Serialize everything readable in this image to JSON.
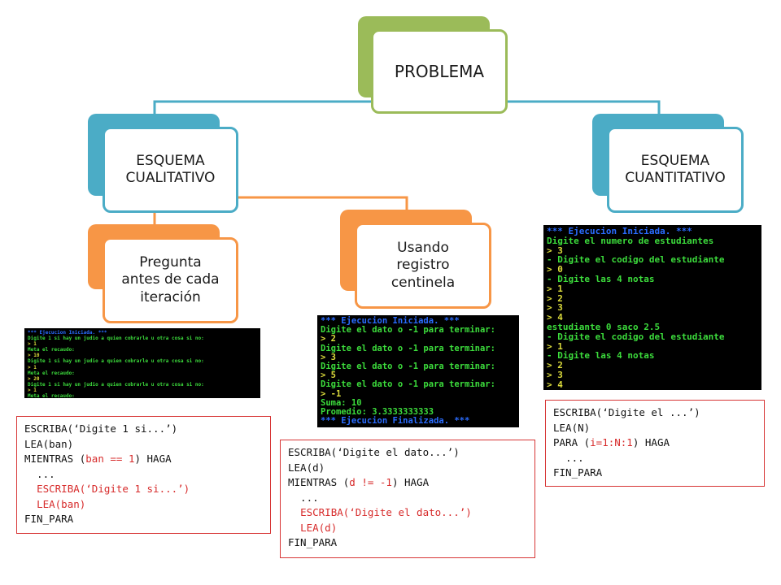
{
  "nodes": {
    "problema": "PROBLEMA",
    "cualitativo": [
      "ESQUEMA",
      "CUALITATIVO"
    ],
    "cuantitativo": [
      "ESQUEMA",
      "CUANTITATIVO"
    ],
    "pregunta": [
      "Pregunta",
      "antes de cada",
      "iteración"
    ],
    "centinela": [
      "Usando",
      "registro",
      "centinela"
    ]
  },
  "consoles": {
    "pregunta": [
      {
        "t": "*** Ejecucion Iniciada. ***",
        "c": "blue"
      },
      {
        "t": "Digite 1 si hay un judio a quien cobrarle u otra cosa si no:",
        "c": "green"
      },
      {
        "t": "> 1",
        "c": "lime"
      },
      {
        "t": "Meta el recaudo:",
        "c": "green"
      },
      {
        "t": "> 10",
        "c": "lime"
      },
      {
        "t": "Digite 1 si hay un judio a quien cobrarle u otra cosa si no:",
        "c": "green"
      },
      {
        "t": "> 1",
        "c": "lime"
      },
      {
        "t": "Meta el recaudo:",
        "c": "green"
      },
      {
        "t": "> 20",
        "c": "lime"
      },
      {
        "t": "Digite 1 si hay un judio a quien cobrarle u otra cosa si no:",
        "c": "green"
      },
      {
        "t": "> 1",
        "c": "lime"
      },
      {
        "t": "Meta el recaudo:",
        "c": "green"
      }
    ],
    "centinela": [
      {
        "t": "*** Ejecucion Iniciada. ***",
        "c": "blue"
      },
      {
        "t": "Digite el dato o -1 para terminar:",
        "c": "green"
      },
      {
        "t": "> 2",
        "c": "lime"
      },
      {
        "t": "Digite el dato o -1 para terminar:",
        "c": "green"
      },
      {
        "t": "> 3",
        "c": "lime"
      },
      {
        "t": "Digite el dato o -1 para terminar:",
        "c": "green"
      },
      {
        "t": "> 5",
        "c": "lime"
      },
      {
        "t": "Digite el dato o -1 para terminar:",
        "c": "green"
      },
      {
        "t": "> -1",
        "c": "lime"
      },
      {
        "t": "Suma: 10",
        "c": "green"
      },
      {
        "t": "Promedio: 3.3333333333",
        "c": "green"
      },
      {
        "t": "*** Ejecucion Finalizada. ***",
        "c": "blue"
      }
    ],
    "cuantitativo": [
      {
        "t": "*** Ejecucion Iniciada. ***",
        "c": "blue"
      },
      {
        "t": "Digite el numero de estudiantes",
        "c": "green"
      },
      {
        "t": "> 3",
        "c": "lime"
      },
      {
        "t": "- Digite el codigo del estudiante",
        "c": "green"
      },
      {
        "t": "> 0",
        "c": "lime"
      },
      {
        "t": "- Digite las 4 notas",
        "c": "green"
      },
      {
        "t": "> 1",
        "c": "lime"
      },
      {
        "t": "> 2",
        "c": "lime"
      },
      {
        "t": "> 3",
        "c": "lime"
      },
      {
        "t": "> 4",
        "c": "lime"
      },
      {
        "t": "estudiante 0 saco 2.5",
        "c": "green"
      },
      {
        "t": "- Digite el codigo del estudiante",
        "c": "green"
      },
      {
        "t": "> 1",
        "c": "lime"
      },
      {
        "t": "- Digite las 4 notas",
        "c": "green"
      },
      {
        "t": "> 2",
        "c": "lime"
      },
      {
        "t": "> 3",
        "c": "lime"
      },
      {
        "t": "> 4",
        "c": "lime"
      }
    ]
  },
  "code": {
    "pregunta": [
      [
        {
          "t": "ESCRIBA(‘Digite 1 si...’)"
        }
      ],
      [
        {
          "t": "LEA(ban)"
        }
      ],
      [
        {
          "t": "MIENTRAS ("
        },
        {
          "t": "ban == 1",
          "red": true
        },
        {
          "t": ") HAGA"
        }
      ],
      [
        {
          "t": "  ..."
        }
      ],
      [
        {
          "t": "  "
        },
        {
          "t": "ESCRIBA(‘Digite 1 si...’)",
          "red": true
        }
      ],
      [
        {
          "t": "  "
        },
        {
          "t": "LEA(ban)",
          "red": true
        }
      ],
      [
        {
          "t": "FIN_PARA"
        }
      ]
    ],
    "centinela": [
      [
        {
          "t": "ESCRIBA(‘Digite el dato...’)"
        }
      ],
      [
        {
          "t": "LEA(d)"
        }
      ],
      [
        {
          "t": "MIENTRAS ("
        },
        {
          "t": "d != -1",
          "red": true
        },
        {
          "t": ") HAGA"
        }
      ],
      [
        {
          "t": "  ..."
        }
      ],
      [
        {
          "t": "  "
        },
        {
          "t": "ESCRIBA(‘Digite el dato...’)",
          "red": true
        }
      ],
      [
        {
          "t": "  "
        },
        {
          "t": "LEA(d)",
          "red": true
        }
      ],
      [
        {
          "t": "FIN_PARA"
        }
      ]
    ],
    "cuantitativo": [
      [
        {
          "t": "ESCRIBA(‘Digite el ...’)"
        }
      ],
      [
        {
          "t": "LEA(N)"
        }
      ],
      [
        {
          "t": "PARA ("
        },
        {
          "t": "i=1:N:1",
          "red": true
        },
        {
          "t": ") HAGA"
        }
      ],
      [
        {
          "t": "  ..."
        }
      ],
      [
        {
          "t": "FIN_PARA"
        }
      ]
    ]
  },
  "colors": {
    "green": "#9bbb59",
    "blue": "#4bacc6",
    "orange": "#f79646",
    "code_border": "#d73636",
    "code_highlight": "#d72b2b"
  }
}
